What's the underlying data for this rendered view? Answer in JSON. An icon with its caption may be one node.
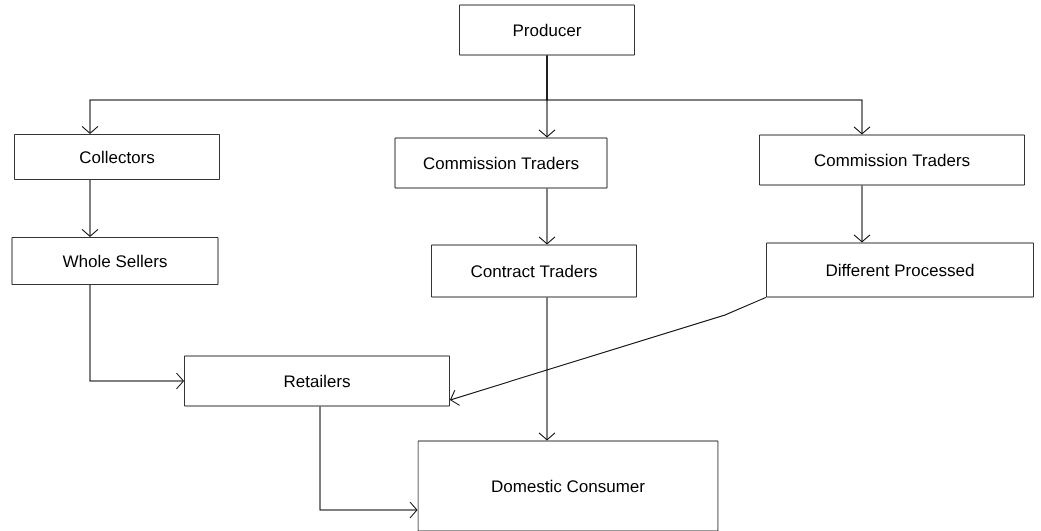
{
  "diagram": {
    "nodes": [
      {
        "text": [
          "Producer"
        ]
      },
      {
        "text": [
          "Collectors"
        ]
      },
      {
        "text": [
          "Commission Traders"
        ]
      },
      {
        "text": [
          "Commission Traders"
        ]
      },
      {
        "text": [
          "Whole Sellers"
        ]
      },
      {
        "text": [
          "Contract Traders"
        ]
      },
      {
        "text": [
          "Different Processed"
        ]
      },
      {
        "text": [
          "Retailers"
        ]
      },
      {
        "text": [
          "Domestic Consumer"
        ]
      }
    ],
    "edges": [
      {
        "from": 0,
        "to": 1,
        "arrow": "to"
      },
      {
        "from": 0,
        "to": 2,
        "arrow": "to"
      },
      {
        "from": 0,
        "to": 3,
        "arrow": "to"
      },
      {
        "from": 1,
        "to": 4,
        "arrow": "to"
      },
      {
        "from": 2,
        "to": 5,
        "arrow": "to"
      },
      {
        "from": 3,
        "to": 6,
        "arrow": "to"
      },
      {
        "from": 4,
        "to": 7,
        "arrow": "to"
      },
      {
        "from": 6,
        "to": 7,
        "arrow": "to"
      },
      {
        "from": 5,
        "to": 8,
        "arrow": "to"
      },
      {
        "from": 7,
        "to": 8,
        "arrow": "to"
      }
    ]
  }
}
